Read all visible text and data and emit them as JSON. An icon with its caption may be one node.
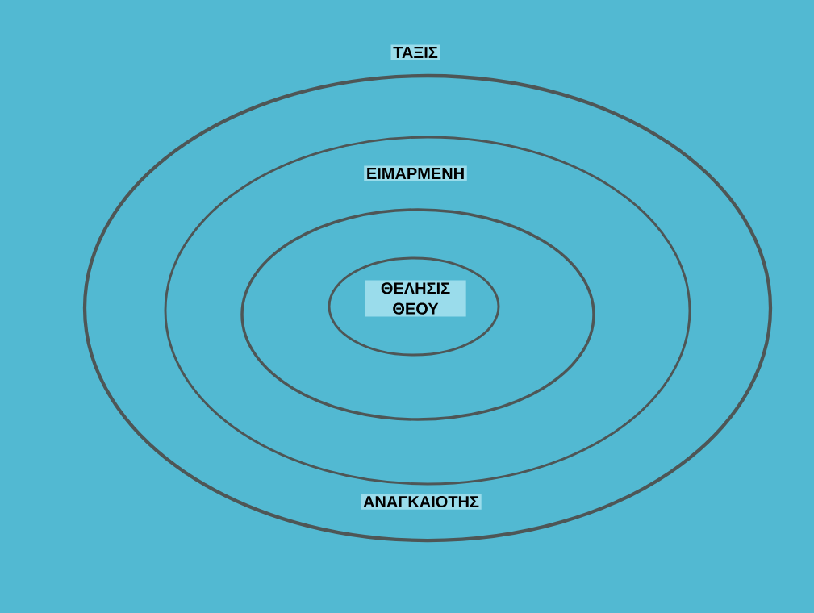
{
  "diagram": {
    "nodes": [
      {
        "text": [
          "ΤΑΞΙΣ",
          "ΑΝΑΓΚΑΙΟΤΗΣ"
        ]
      },
      {
        "text": [
          "ΕΙΜΑΡΜΕΝΗ"
        ],
        "in": 0
      },
      {
        "text": [],
        "shape": "ellipse",
        "in": 1
      },
      {
        "text": [
          "ΘΕΛΗΣΙΣ ΘΕΟΥ"
        ],
        "in": 2
      }
    ]
  }
}
